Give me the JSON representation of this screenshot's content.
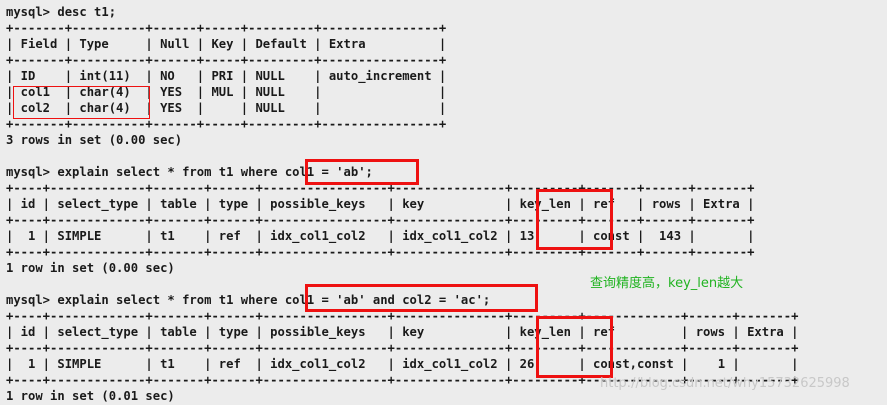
{
  "terminal": {
    "lines": [
      "mysql> desc t1;",
      "+-------+----------+------+-----+---------+----------------+",
      "| Field | Type     | Null | Key | Default | Extra          |",
      "+-------+----------+------+-----+---------+----------------+",
      "| ID    | int(11)  | NO   | PRI | NULL    | auto_increment |",
      "| col1  | char(4)  | YES  | MUL | NULL    |                |",
      "| col2  | char(4)  | YES  |     | NULL    |                |",
      "+-------+----------+------+-----+---------+----------------+",
      "3 rows in set (0.00 sec)",
      "mysql> explain select * from t1 where col1 = 'ab';",
      "+----+-------------+-------+------+-----------------+---------------+---------+-------+------+-------+",
      "| id | select_type | table | type | possible_keys   | key           | key_len | ref   | rows | Extra |",
      "+----+-------------+-------+------+-----------------+---------------+---------+-------+------+-------+",
      "|  1 | SIMPLE      | t1    | ref  | idx_col1_col2   | idx_col1_col2 | 13      | const |  143 |       |",
      "+----+-------------+-------+------+-----------------+---------------+---------+-------+------+-------+",
      "1 row in set (0.00 sec)",
      "mysql> explain select * from t1 where col1 = 'ab' and col2 = 'ac';",
      "+----+-------------+-------+------+-----------------+---------------+---------+-------------+------+-------+",
      "| id | select_type | table | type | possible_keys   | key           | key_len | ref         | rows | Extra |",
      "+----+-------------+-------+------+-----------------+---------------+---------+-------------+------+-------+",
      "|  1 | SIMPLE      | t1    | ref  | idx_col1_col2   | idx_col1_col2 | 26      | const,const |    1 |       |",
      "+----+-------------+-------+------+-----------------+---------------+---------+-------------+------+-------+",
      "1 row in set (0.01 sec)"
    ]
  },
  "annotation": {
    "note": "查询精度高，key_len越大",
    "watermark": "http://blog.csdn.net/why15732625998"
  },
  "colors": {
    "highlight": "#ee1111",
    "note": "#21b321",
    "background": "#ececec"
  }
}
